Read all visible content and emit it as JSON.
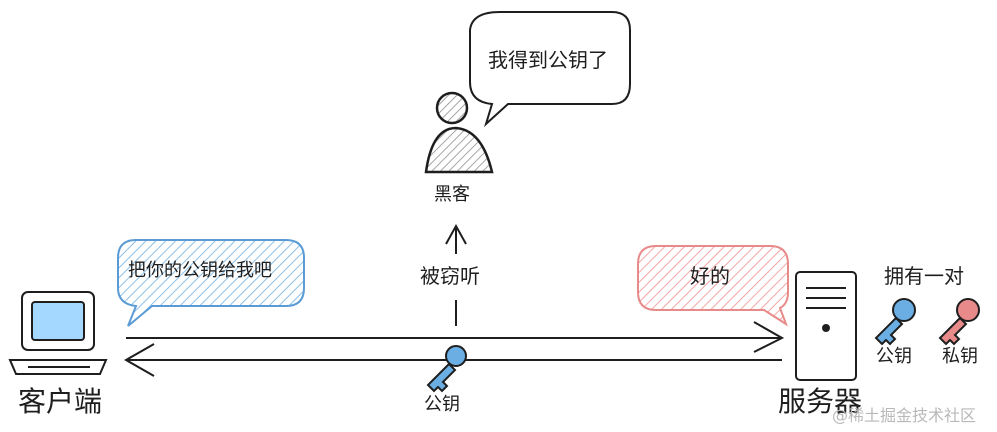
{
  "client": {
    "label": "客户端"
  },
  "server": {
    "label": "服务器"
  },
  "hacker": {
    "label": "黑客",
    "bubble": "我得到公钥了"
  },
  "client_bubble": "把你的公钥给我吧",
  "server_bubble": "好的",
  "eavesdrop_label": "被窃听",
  "transit_key_label": "公钥",
  "server_keys": {
    "caption": "拥有一对",
    "public_label": "公钥",
    "private_label": "私钥"
  },
  "watermark": "@稀土掘金技术社区",
  "colors": {
    "client_bubble": "#5b9bd5",
    "server_bubble": "#e88a8a",
    "public_key": "#6aaee3",
    "private_key": "#e88a8a"
  }
}
